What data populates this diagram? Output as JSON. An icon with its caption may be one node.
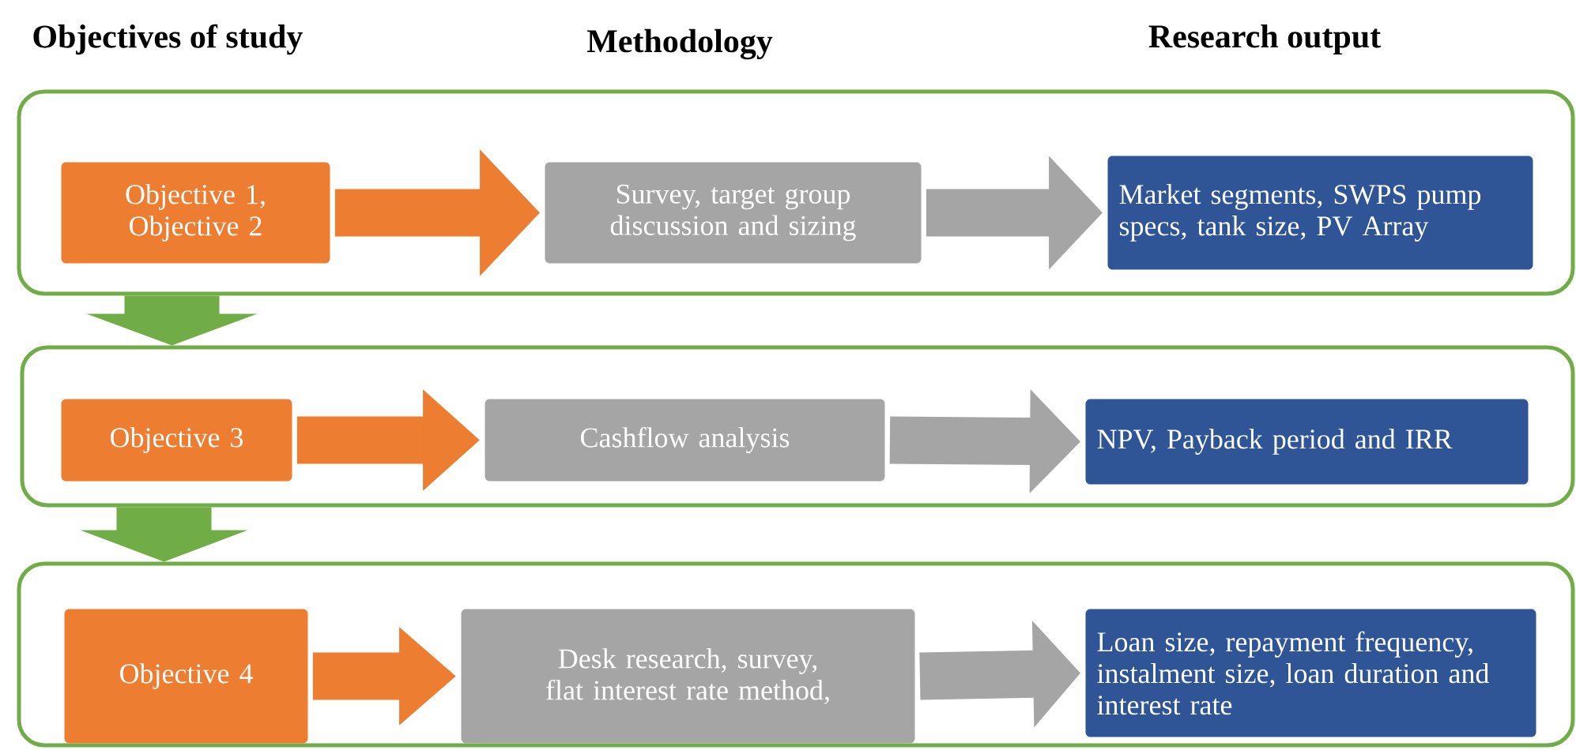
{
  "diagram": {
    "nodes": [
      {
        "text": [],
        "shape": "box"
      },
      {
        "text": [
          "Objective 1, Objective 2"
        ],
        "in": 0
      },
      {
        "text": [
          "Survey, target group discussion and sizing"
        ],
        "in": 0
      },
      {
        "text": [
          "Market segments, SWPS pump specs, tank size, PV Array"
        ],
        "in": 0
      },
      {
        "text": [],
        "shape": "box"
      },
      {
        "text": [
          "Objective 3"
        ],
        "in": 4
      },
      {
        "text": [
          "Cashflow analysis"
        ],
        "in": 4
      },
      {
        "text": [
          "NPV, Payback period and IRR"
        ],
        "in": 4
      },
      {
        "text": [],
        "shape": "box"
      },
      {
        "text": [
          "Objective 4"
        ],
        "in": 8
      },
      {
        "text": [
          "Desk research, survey, flat interest rate method,"
        ],
        "in": 8
      },
      {
        "text": [
          "Loan size, repayment frequency, instalment size, loan duration and interest rate"
        ],
        "in": 8
      }
    ],
    "edges": [
      {
        "from": 1,
        "to": 2,
        "arrow": "to",
        "color": "#ed7d31"
      },
      {
        "from": 2,
        "to": 3,
        "arrow": "to",
        "color": "#a5a5a5"
      },
      {
        "from": 5,
        "to": 6,
        "arrow": "to",
        "color": "#ed7d31"
      },
      {
        "from": 6,
        "to": 7,
        "arrow": "to",
        "color": "#a5a5a5"
      },
      {
        "from": 9,
        "to": 10,
        "arrow": "to",
        "color": "#ed7d31"
      },
      {
        "from": 10,
        "to": 11,
        "arrow": "to",
        "color": "#a5a5a5"
      },
      {
        "from": 0,
        "to": 4,
        "arrow": "to",
        "style": "thick",
        "color": "#70ad47"
      },
      {
        "from": 4,
        "to": 8,
        "arrow": "to",
        "style": "thick",
        "color": "#70ad47"
      }
    ],
    "labels": [
      "Objectives of study",
      "Methodology",
      "Research output"
    ]
  }
}
